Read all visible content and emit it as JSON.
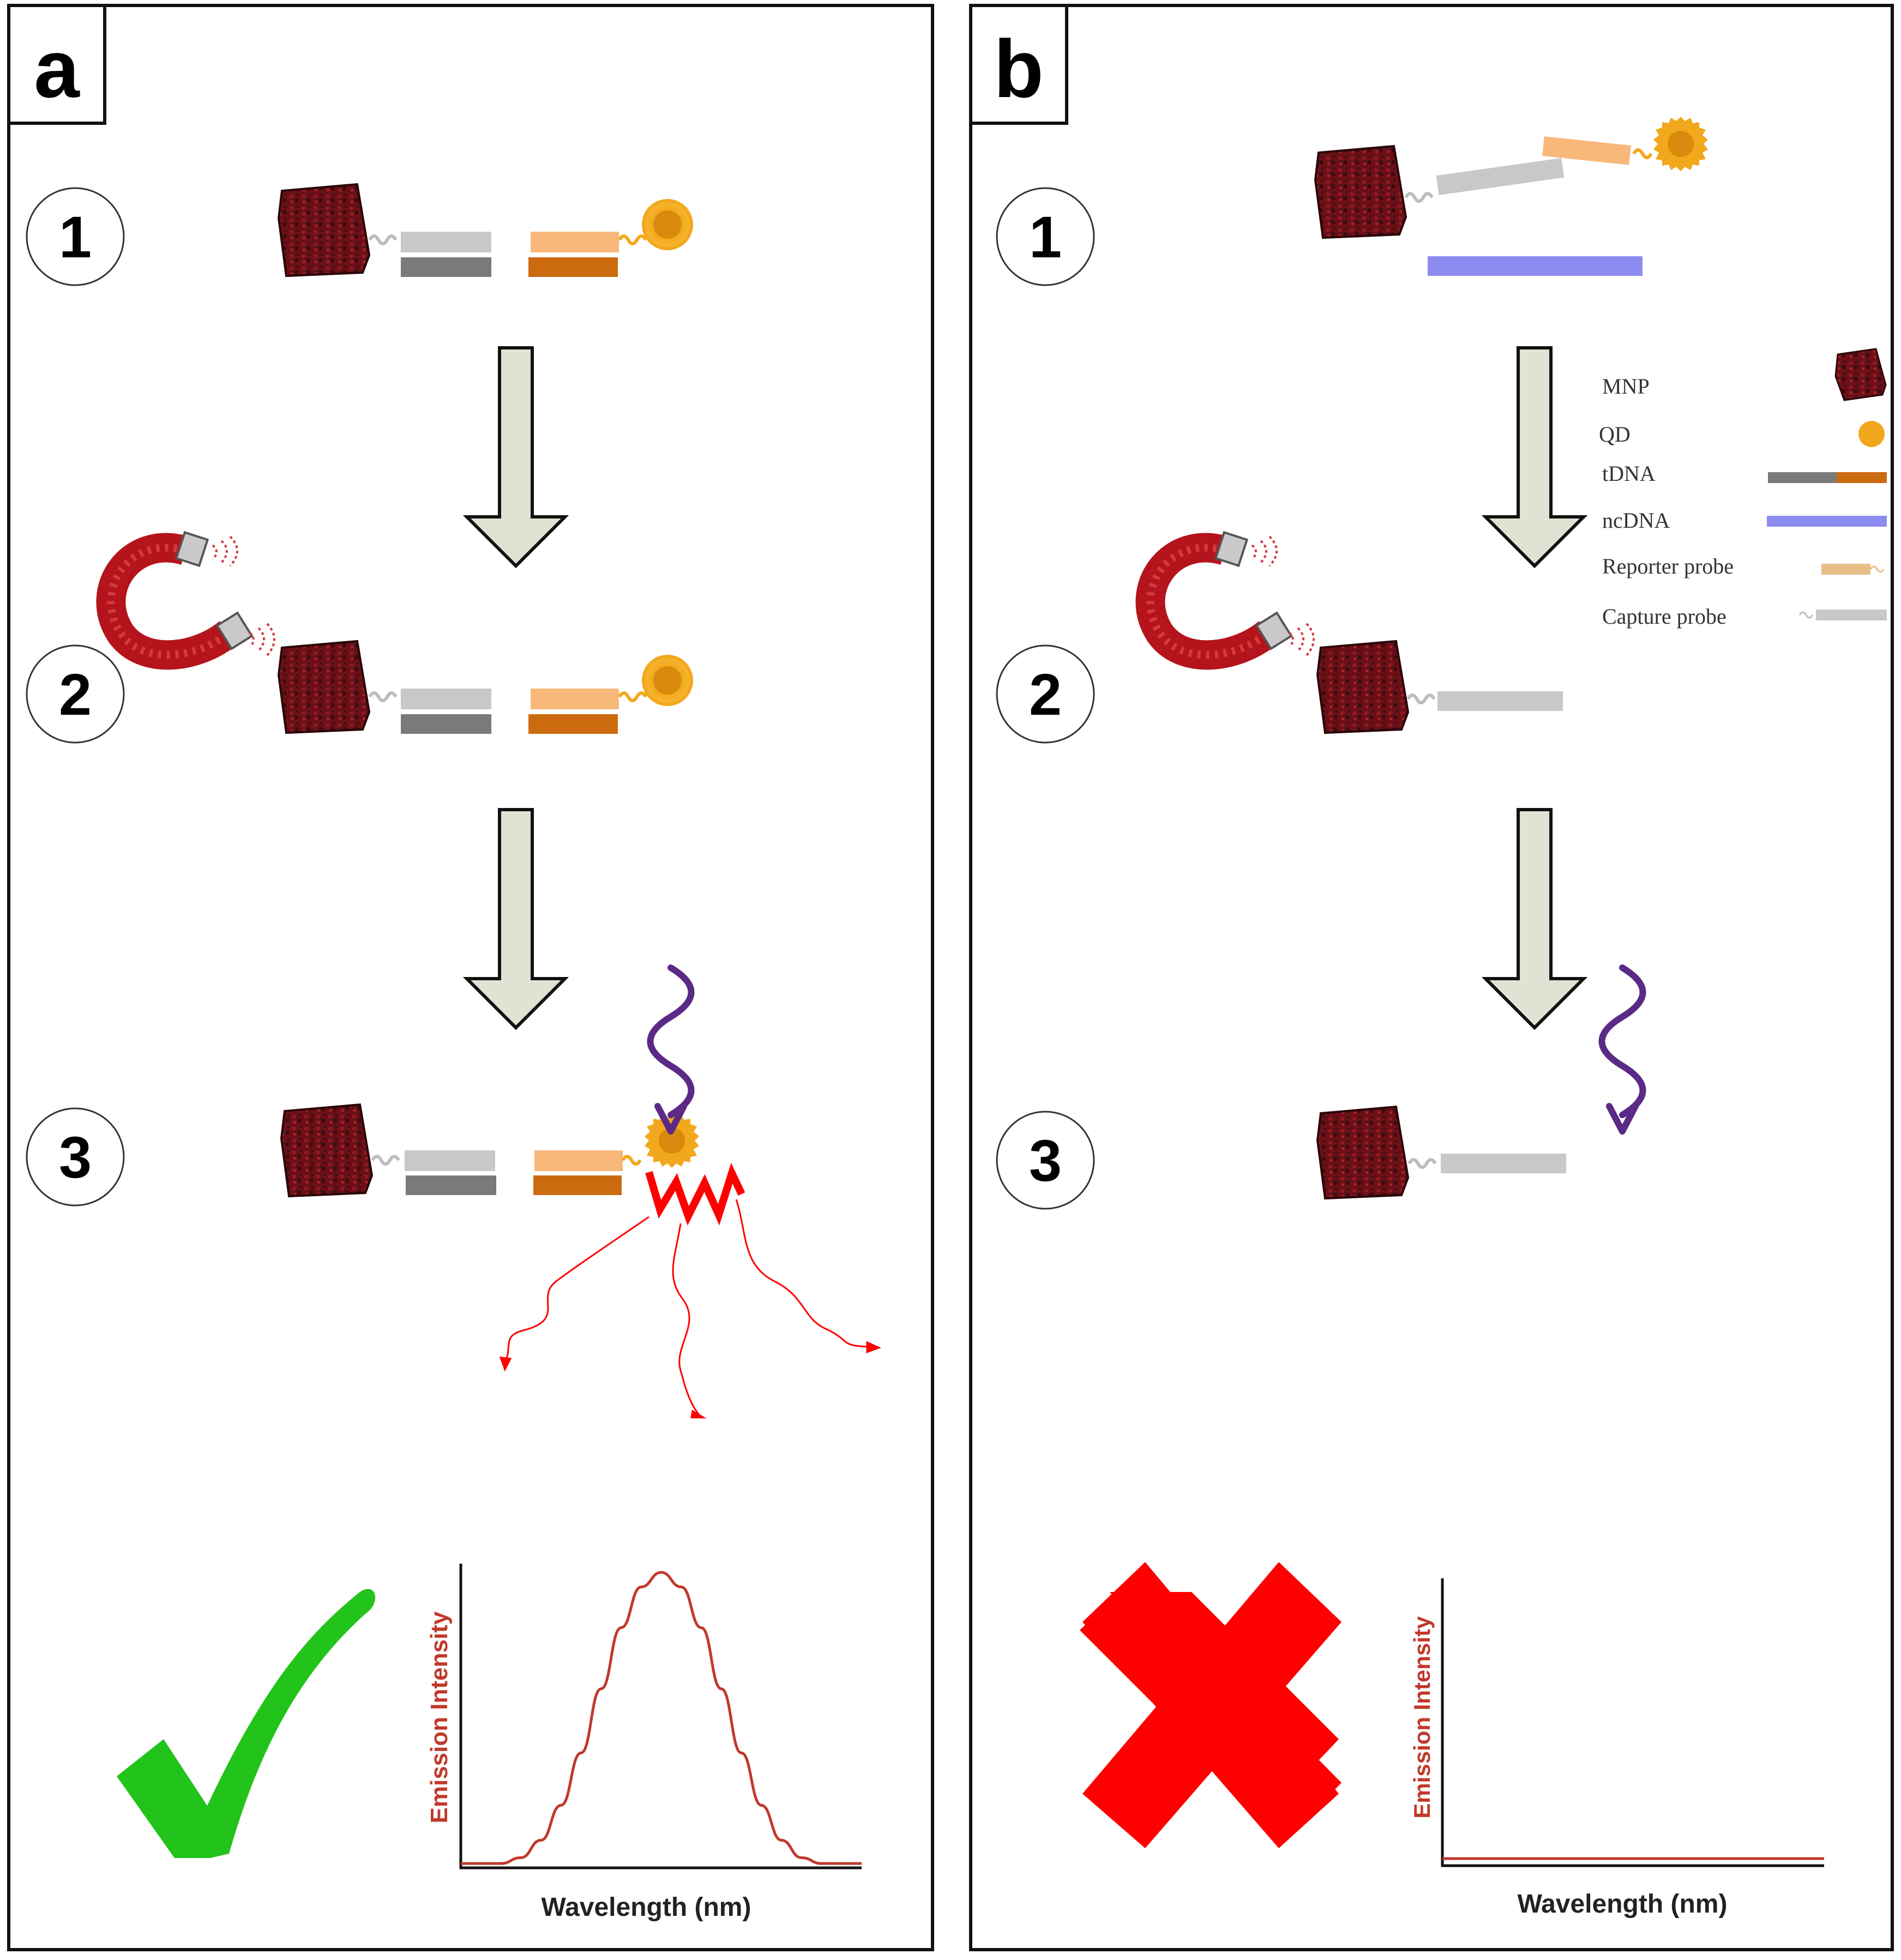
{
  "panels": {
    "a": {
      "letter": "a",
      "steps": [
        "1",
        "2",
        "3"
      ],
      "chart_ylabel": "Emission Intensity",
      "chart_xlabel": "Wavelength (nm)"
    },
    "b": {
      "letter": "b",
      "steps": [
        "1",
        "2",
        "3"
      ],
      "chart_ylabel": "Emission Intensity",
      "chart_xlabel": "Wavelength (nm)"
    }
  },
  "legend": {
    "mnp": "MNP",
    "qd": "QD",
    "tdna": "tDNA",
    "ncdna": "ncDNA",
    "reporter": "Reporter probe",
    "capture": "Capture probe"
  },
  "icons": {
    "magnet": "magnet-icon",
    "check": "checkmark-icon",
    "cross": "cross-icon",
    "excitation": "wavy-arrow-icon"
  },
  "colors": {
    "mnp": "#6b1016",
    "qd": "#f0a81c",
    "capture": "#c8c8c8",
    "reporter": "#f8b87a",
    "tdna_gray": "#7a7a7a",
    "tdna_orange": "#cc6a10",
    "ncdna": "#8c8cf0",
    "arrow": "#dfe3d3",
    "check": "#22c31a",
    "cross": "#ff0000",
    "emission_curve": "#c0392b",
    "excitation": "#5b2a86"
  },
  "chart_data": [
    {
      "type": "line",
      "title": "",
      "xlabel": "Wavelength (nm)",
      "ylabel": "Emission Intensity",
      "xlim": [
        0,
        1
      ],
      "ylim": [
        0,
        1
      ],
      "grid": false,
      "series": [
        {
          "x": [
            0.0,
            0.1,
            0.15,
            0.2,
            0.25,
            0.3,
            0.35,
            0.4,
            0.45,
            0.5,
            0.55,
            0.6,
            0.65,
            0.7,
            0.75,
            0.8,
            0.85,
            0.9,
            1.0
          ],
          "y": [
            0.0,
            0.0,
            0.02,
            0.08,
            0.2,
            0.38,
            0.6,
            0.81,
            0.95,
            1.0,
            0.95,
            0.81,
            0.6,
            0.38,
            0.2,
            0.08,
            0.02,
            0.0,
            0.0
          ]
        }
      ]
    },
    {
      "type": "line",
      "title": "",
      "xlabel": "Wavelength (nm)",
      "ylabel": "Emission Intensity",
      "xlim": [
        0,
        1
      ],
      "ylim": [
        0,
        1
      ],
      "grid": false,
      "series": [
        {
          "x": [
            0.0,
            0.25,
            0.5,
            0.75,
            1.0
          ],
          "y": [
            0.01,
            0.01,
            0.01,
            0.01,
            0.01
          ]
        }
      ]
    }
  ]
}
